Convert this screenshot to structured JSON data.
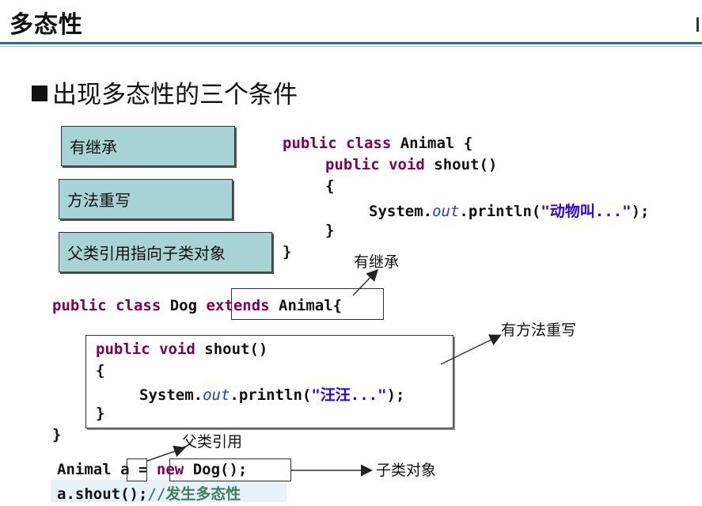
{
  "slide": {
    "title": "多态性",
    "heading": "出现多态性的三个条件"
  },
  "conditions": [
    "有继承",
    "方法重写",
    "父类引用指向子类对象"
  ],
  "animal_code": {
    "line1_kw": "public class",
    "line1_name": "Animal {",
    "line2_kw": "public void",
    "line2_name": "shout()",
    "line3": "{",
    "line4_a": "System.",
    "line4_field": "out",
    "line4_b": ".println(",
    "line4_str": "\"动物叫...\"",
    "line4_c": ");",
    "line5": "}",
    "line6": "}"
  },
  "dog_code": {
    "line1_kw": "public class",
    "line1_name": "Dog",
    "line1_ext": "extends",
    "line1_parent": "Animal{",
    "line2_kw": "public void",
    "line2_name": "shout()",
    "line3": "{",
    "line4_a": "System.",
    "line4_field": "out",
    "line4_b": ".println(",
    "line4_str": "\"汪汪...\"",
    "line4_c": ");",
    "line5": "}",
    "line6": "}"
  },
  "main_code": {
    "type": "Animal",
    "var": "a",
    "eq": "=",
    "new_kw": "new",
    "ctor": "Dog();",
    "call": "a.shout();",
    "comment": "//发生多态性"
  },
  "annotations": {
    "inherit": "有继承",
    "override": "有方法重写",
    "parent_ref": "父类引用",
    "child_obj": "子类对象"
  }
}
